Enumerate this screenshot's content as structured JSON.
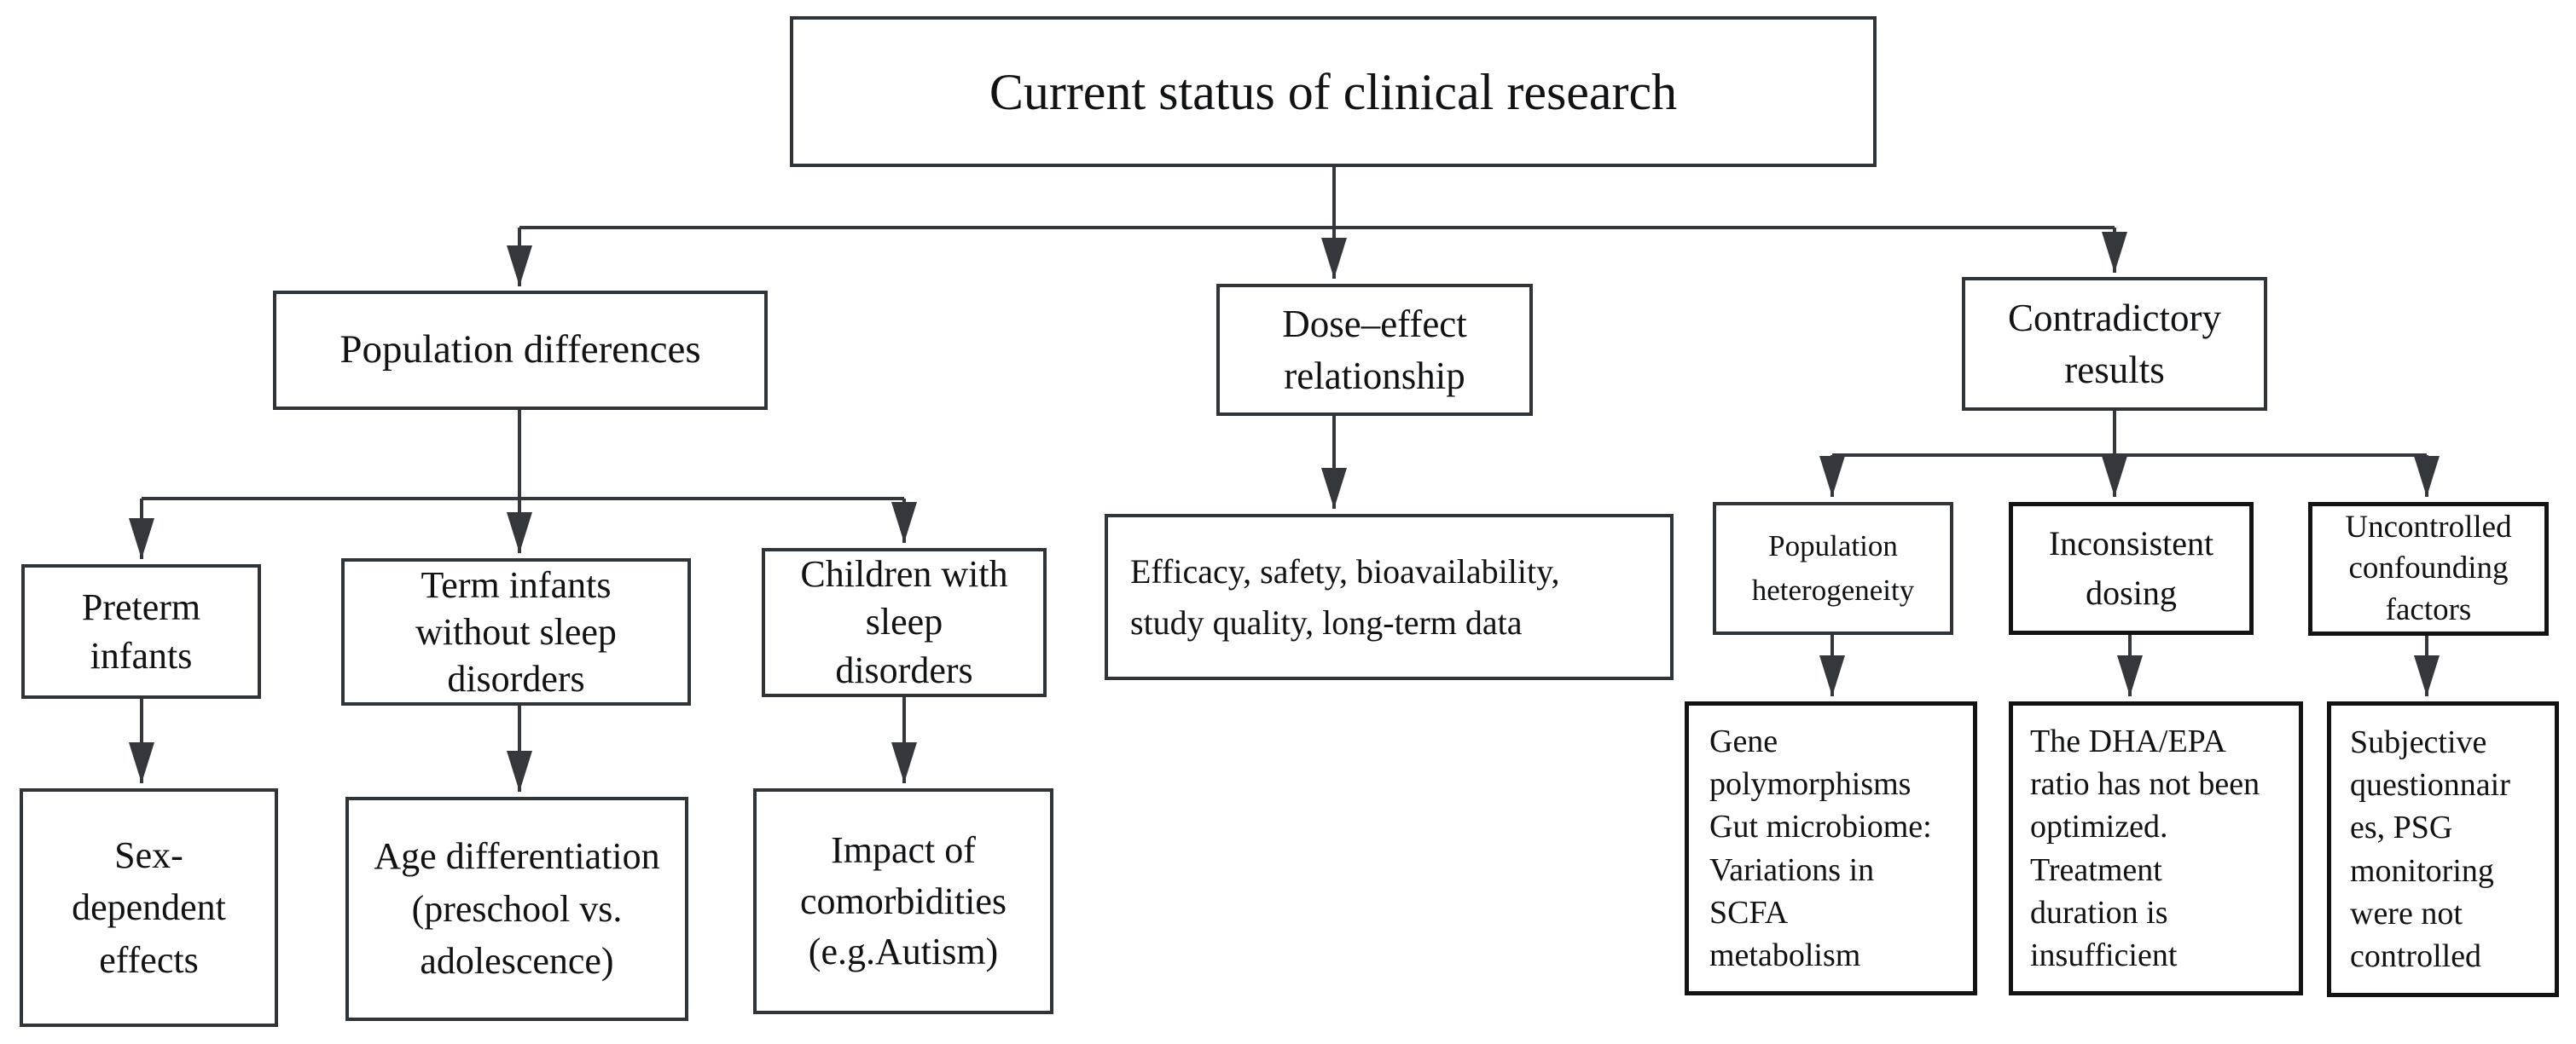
{
  "diagram": {
    "title": "Current status of clinical research",
    "colors": {
      "line": "#34383c",
      "ink": "#101214",
      "background": "#ffffff"
    },
    "branches": [
      {
        "label": "Population differences",
        "children": [
          {
            "label": "Preterm\ninfants",
            "detail": "Sex-\ndependent\neffects"
          },
          {
            "label": "Term infants\nwithout sleep\ndisorders",
            "detail": "Age differentiation\n(preschool vs.\nadolescence)"
          },
          {
            "label": "Children with\nsleep\ndisorders",
            "detail": "Impact of\ncomorbidities\n(e.g.Autism)"
          }
        ]
      },
      {
        "label": "Dose–effect\nrelationship",
        "detail": "Efficacy, safety, bioavailability,\nstudy quality, long-term data"
      },
      {
        "label": "Contradictory\nresults",
        "children": [
          {
            "label": "Population\nheterogeneity",
            "detail": "Gene\npolymorphisms\nGut microbiome:\nVariations in\nSCFA\nmetabolism"
          },
          {
            "label": "Inconsistent\ndosing",
            "detail": "The DHA/EPA\nratio has not been\noptimized.\nTreatment\nduration is\ninsufficient"
          },
          {
            "label": "Uncontrolled\nconfounding\nfactors",
            "detail": "Subjective\nquestionnair\nes, PSG\nmonitoring\nwere not\ncontrolled"
          }
        ]
      }
    ]
  }
}
